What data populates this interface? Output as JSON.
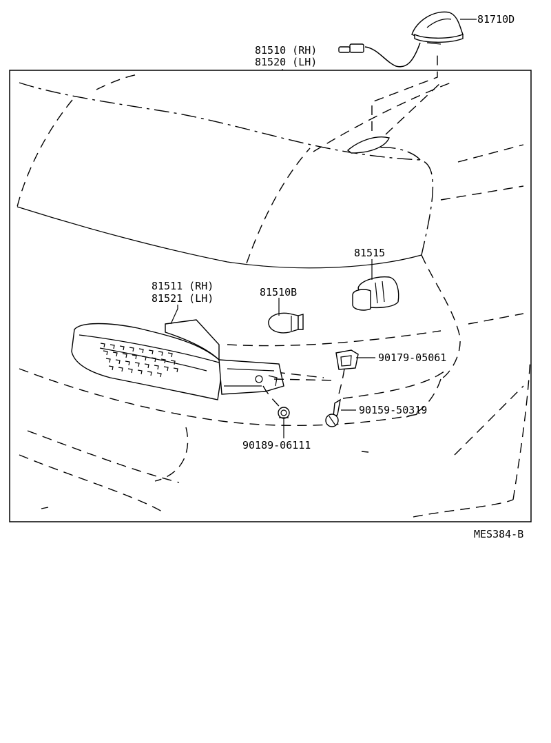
{
  "callouts": {
    "antenna": "81710D",
    "lamp_assy_rh": "81510 (RH)",
    "lamp_assy_lh": "81520 (LH)",
    "socket": "81515",
    "bulb": "81510B",
    "lens_rh": "81511 (RH)",
    "lens_lh": "81521 (LH)",
    "nut": "90179-05061",
    "screw": "90159-50319",
    "grommet": "90189-06111"
  },
  "drawing_code": "MES384-B",
  "colors": {
    "line": "#000000",
    "background": "#ffffff"
  }
}
